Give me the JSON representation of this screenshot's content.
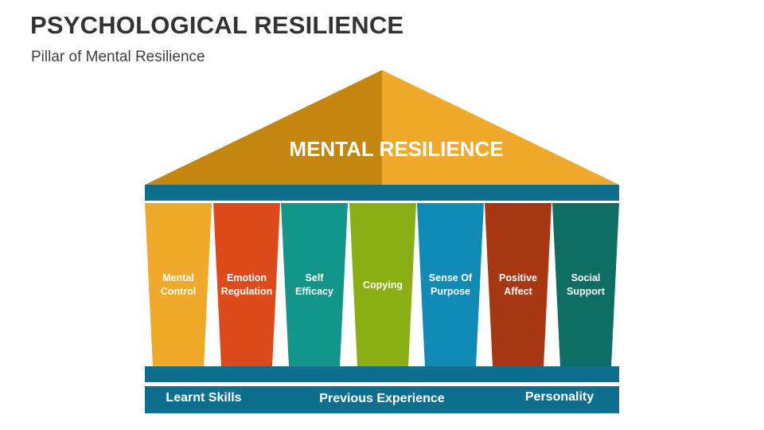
{
  "header": {
    "title": "PSYCHOLOGICAL RESILIENCE",
    "subtitle": "Pillar of Mental Resilience"
  },
  "roof": {
    "label": "MENTAL RESILIENCE",
    "color_left": "#c5860f",
    "color_right": "#f0a92a"
  },
  "pillars": [
    {
      "label": "Mental\nControl",
      "color": "#f0a92a"
    },
    {
      "label": "Emotion\nRegulation",
      "color": "#dd4a1b"
    },
    {
      "label": "Self\nEfficacy",
      "color": "#13958a"
    },
    {
      "label": "Copying",
      "color": "#8aae14"
    },
    {
      "label": "Sense Of\nPurpose",
      "color": "#118bb6"
    },
    {
      "label": "Positive\nAffect",
      "color": "#a83814"
    },
    {
      "label": "Social\nSupport",
      "color": "#0f6e63"
    }
  ],
  "foundation": {
    "labels": [
      "Learnt Skills",
      "Previous Experience",
      "Personality"
    ],
    "beam_color": "#0f6f8e"
  }
}
